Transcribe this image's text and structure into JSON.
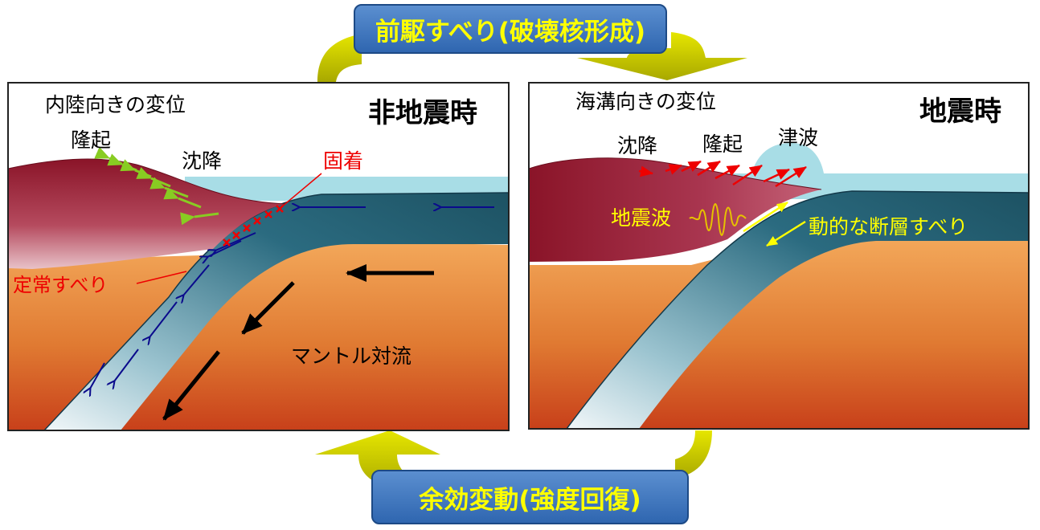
{
  "cycle": {
    "preseismic_title": "前駆すべり(破壊核形成)",
    "postseismic_title": "余効変動(強度回復)"
  },
  "left_panel": {
    "title": "非地震時",
    "displacement_label": "内陸向きの変位",
    "uplift_label": "隆起",
    "subsidence_label": "沈降",
    "locked_label": "固着",
    "steady_slip_label": "定常すべり",
    "convection_label": "マントル対流"
  },
  "right_panel": {
    "title": "地震時",
    "displacement_label": "海溝向きの変位",
    "subsidence_label": "沈降",
    "uplift_label": "隆起",
    "tsunami_label": "津波",
    "seismic_wave_label": "地震波",
    "dynamic_slip_label": "動的な断層すべり"
  },
  "colors": {
    "title_box": "#3a6fba",
    "title_text": "#ffff00",
    "cycle_arrow": "#cccc00",
    "ocean": "#a8dde6",
    "slab": "#1f5566",
    "mantle": "#e58a3a",
    "crust": "#8e1b32",
    "locked": "#ee0000",
    "displacement_green": "#88cc22",
    "displacement_red": "#ee0000",
    "slip_arrow_blue": "#0a0a8c"
  }
}
